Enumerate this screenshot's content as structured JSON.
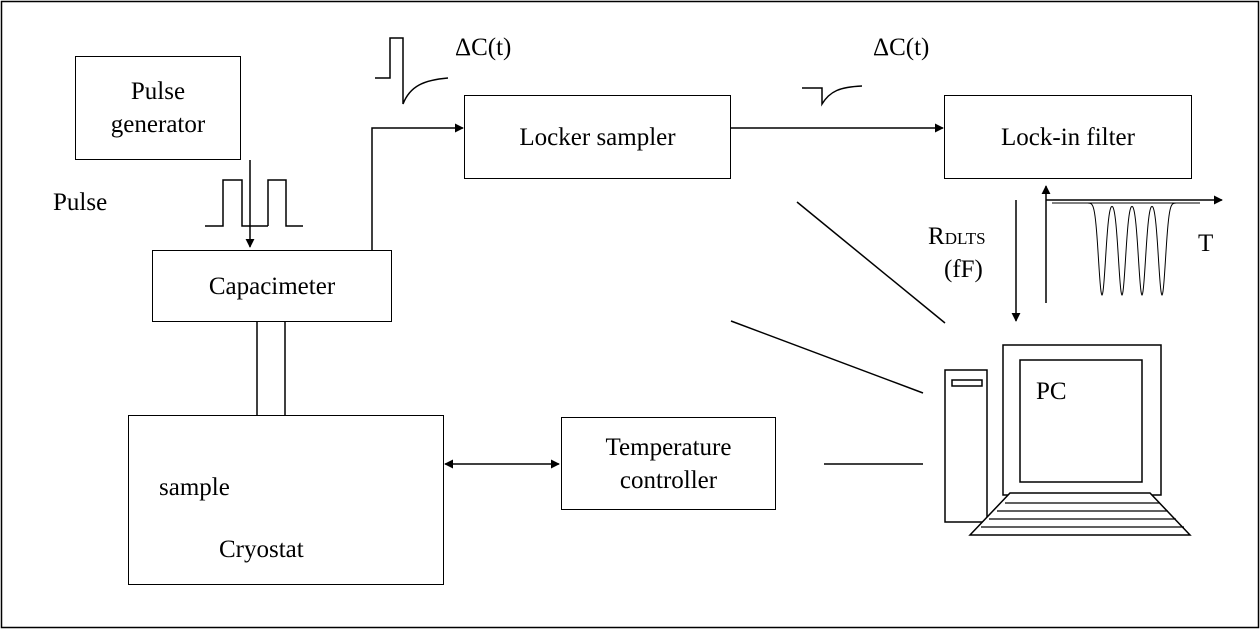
{
  "blocks": {
    "pulse_generator": {
      "line1": "Pulse",
      "line2": "generator"
    },
    "capacimeter": "Capacimeter",
    "locker_sampler": "Locker sampler",
    "lockin_filter": "Lock-in filter",
    "cryostat": "Cryostat",
    "temperature_controller": {
      "line1": "Temperature",
      "line2": "controller"
    },
    "pc": "PC"
  },
  "labels": {
    "pulse": "Pulse",
    "sample": "sample",
    "delta_c_1": "ΔC(t)",
    "delta_c_2": "ΔC(t)",
    "rdlts_main": "R",
    "rdlts_sub": "DLTS",
    "rdlts_unit": "(fF)",
    "t_axis": "T"
  }
}
